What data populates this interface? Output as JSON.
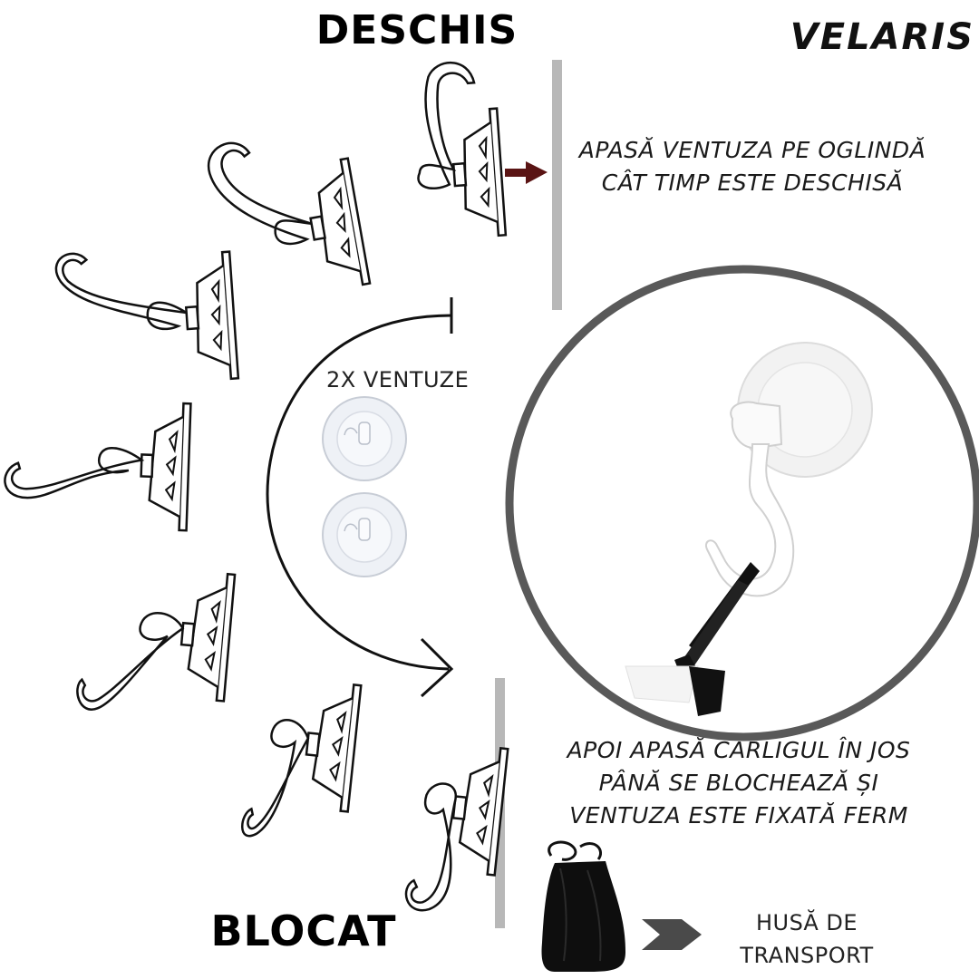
{
  "brand": {
    "logo_text": "VELARIS"
  },
  "titles": {
    "open": "DESCHIS",
    "locked": "BLOCAT"
  },
  "instructions": {
    "step1_line1": "APASĂ VENTUZA PE OGLINDĂ",
    "step1_line2": "CÂT TIMP ESTE DESCHISĂ",
    "step2_line1": "APOI APASĂ CÂRLIGUL ÎN JOS",
    "step2_line2": "PÂNĂ SE BLOCHEAZĂ ȘI",
    "step2_line3": "VENTUZA ESTE FIXATĂ FERM"
  },
  "suction_cups": {
    "label": "2X VENTUZE",
    "count": 2
  },
  "bag": {
    "line1": "HUSĂ DE",
    "line2": "TRANSPORT"
  },
  "colors": {
    "arrow_dark_red": "#5a1414",
    "mirror_gray": "#b8b8b8",
    "circle_frame": "#595959",
    "bag_arrow": "#4a4a4a"
  },
  "icons": {
    "hook_sequence": "hook-rotation-icon",
    "curved_arrow": "curved-arrow-icon",
    "push_arrow": "right-arrow-icon",
    "bag": "bag-icon"
  }
}
